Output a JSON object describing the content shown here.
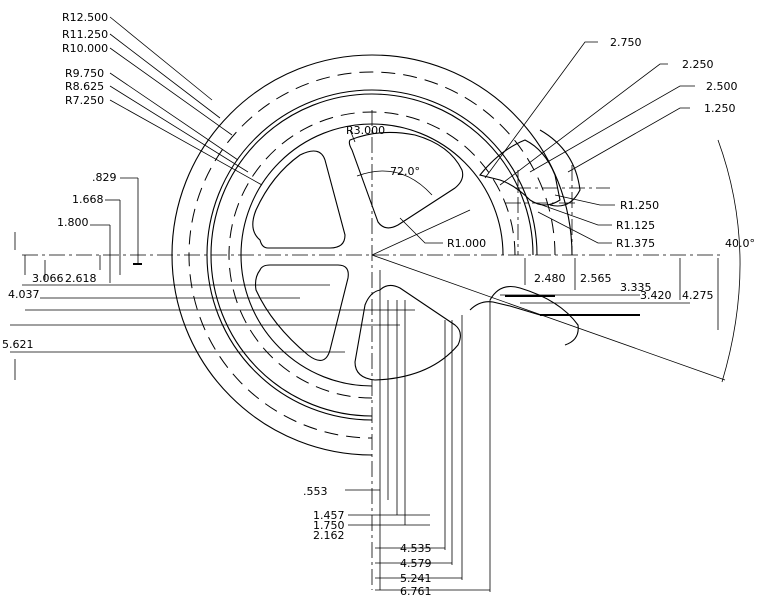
{
  "radius_labels_left": [
    "R12.500",
    "R11.250",
    "R10.000",
    "R9.750",
    "R8.625",
    "R7.250"
  ],
  "radius_labels_right": [
    "R1.250",
    "R1.125",
    "R1.375"
  ],
  "radius_labels_inner": [
    "R3.000",
    "R1.000"
  ],
  "angle_labels": [
    "72.0°",
    "40.0°"
  ],
  "width_labels_topright": [
    "2.750",
    "2.250",
    "2.500",
    "1.250"
  ],
  "vertical_left_labels": [
    ".829",
    "1.668",
    "1.800",
    "3.066",
    "2.618",
    "4.037",
    "5.621"
  ],
  "vertical_right_labels": [
    "2.480",
    "2.565",
    "3.335",
    "3.420",
    "4.275"
  ],
  "horizontal_bottom_labels": [
    ".553",
    "1.457",
    "1.750",
    "2.162",
    "4.535",
    "4.579",
    "5.241",
    "6.761"
  ]
}
